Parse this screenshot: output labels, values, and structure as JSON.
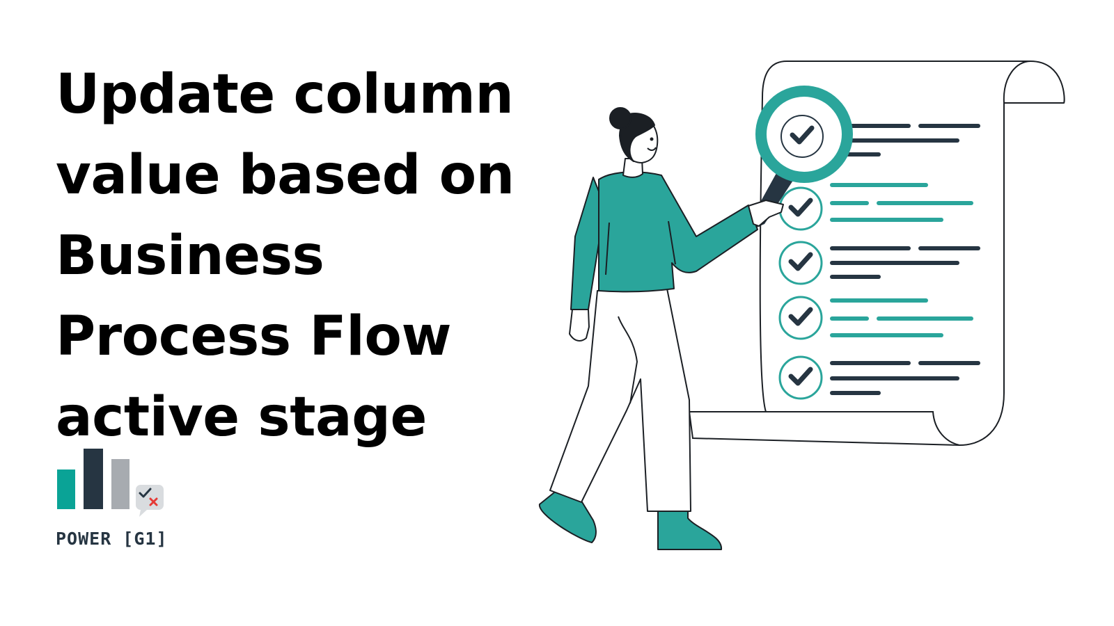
{
  "headline": {
    "lines": [
      "Update column",
      "value based on",
      "Business",
      "Process Flow",
      "active stage"
    ]
  },
  "logo": {
    "text": "POWER [G1]",
    "icon": "bar-chart-logo-icon",
    "colors": {
      "teal": "#0aa396",
      "navy": "#263542",
      "gray": "#a7abb0"
    }
  },
  "illustration": {
    "icon": "person-checklist-illustration",
    "colors": {
      "teal": "#2aa59b",
      "navy": "#263542",
      "outline": "#1b1f24"
    },
    "checklist_items": 5
  }
}
